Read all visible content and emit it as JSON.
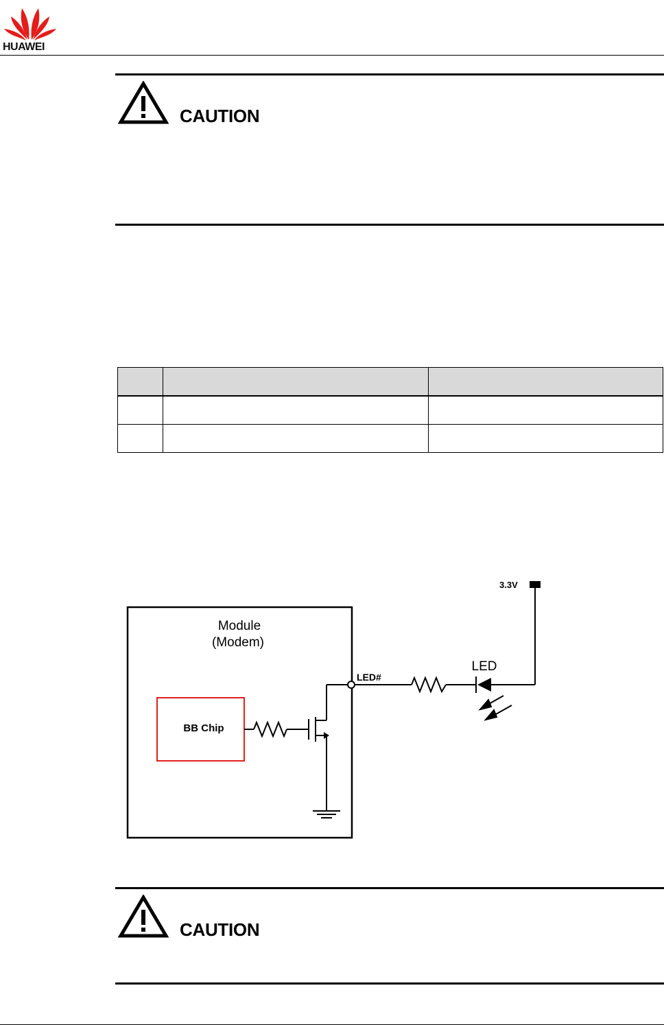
{
  "header": {
    "brand": "HUAWEI"
  },
  "caution_1": {
    "label": "CAUTION"
  },
  "caution_2": {
    "label": "CAUTION"
  },
  "table": {
    "headers": [
      "",
      "",
      ""
    ],
    "rows": [
      [
        "",
        "",
        ""
      ],
      [
        "",
        "",
        ""
      ]
    ]
  },
  "diagram": {
    "supply_label": "3.3V",
    "module_title_line1": "Module",
    "module_title_line2": "(Modem)",
    "chip_label": "BB Chip",
    "pin_label": "LED#",
    "led_label": "LED",
    "colors": {
      "chip_border": "#e0201c",
      "line": "#000000"
    }
  }
}
